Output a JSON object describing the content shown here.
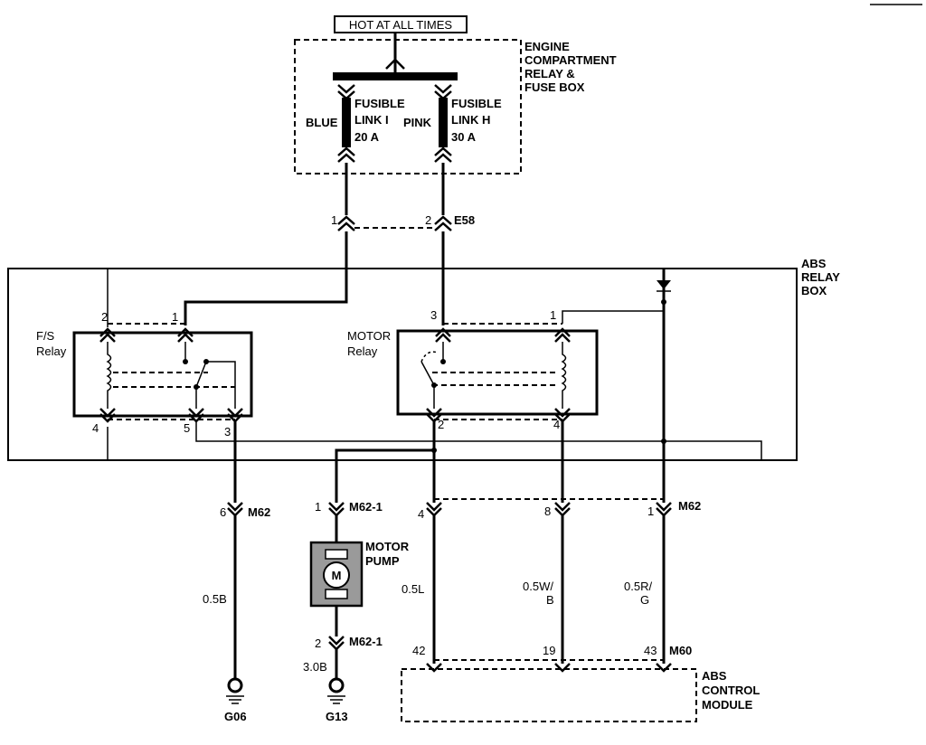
{
  "header": {
    "hot_label": "HOT AT ALL TIMES"
  },
  "fuse_box": {
    "title_lines": [
      "ENGINE",
      "COMPARTMENT",
      "RELAY &",
      "FUSE BOX"
    ],
    "link_i": {
      "color": "BLUE",
      "line1": "FUSIBLE",
      "line2": "LINK I",
      "rating": "20 A"
    },
    "link_h": {
      "color": "PINK",
      "line1": "FUSIBLE",
      "line2": "LINK H",
      "rating": "30 A"
    }
  },
  "connector_e58": {
    "pin1": "1",
    "pin2": "2",
    "name": "E58"
  },
  "relay_box": {
    "title_lines": [
      "ABS",
      "RELAY",
      "BOX"
    ],
    "fs_relay": {
      "line1": "F/S",
      "line2": "Relay",
      "pin_tl": "2",
      "pin_tr": "1",
      "pin_bl": "4",
      "pin_bm": "5",
      "pin_br": "3"
    },
    "motor_relay": {
      "line1": "MOTOR",
      "line2": "Relay",
      "pin_tl": "3",
      "pin_tr": "1",
      "pin_bl": "2",
      "pin_br": "4"
    }
  },
  "connector_m62": {
    "pin_a": "6",
    "pin_b": "4",
    "pin_c": "8",
    "pin_d": "1",
    "name_a": "M62",
    "name_b": "M62"
  },
  "motor_pump": {
    "line1": "MOTOR",
    "line2": "PUMP",
    "symbol": "M",
    "conn_top_pin": "1",
    "conn_top_name": "M62-1",
    "conn_bot_pin": "2",
    "conn_bot_name": "M62-1",
    "wire_bot": "3.0B"
  },
  "wires": {
    "w1": "0.5B",
    "w2": "0.5L",
    "w3_line1": "0.5W/",
    "w3_line2": "B",
    "w4_line1": "0.5R/",
    "w4_line2": "G"
  },
  "abs_module": {
    "pin_a": "42",
    "pin_b": "19",
    "pin_c": "43",
    "conn": "M60",
    "title_lines": [
      "ABS",
      "CONTROL",
      "MODULE"
    ]
  },
  "grounds": {
    "g1": "G06",
    "g2": "G13"
  }
}
